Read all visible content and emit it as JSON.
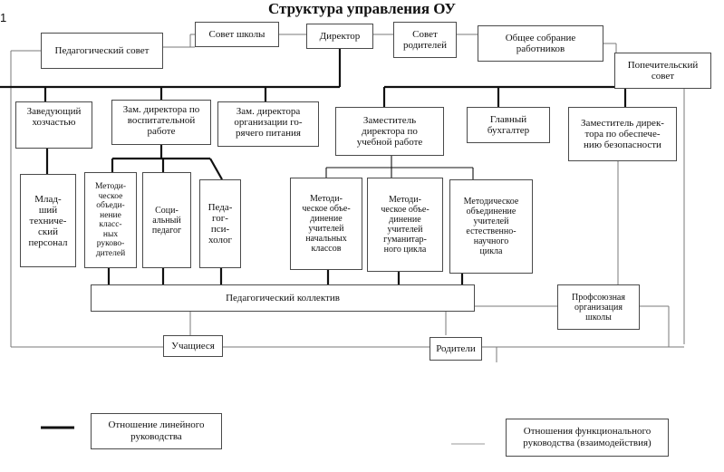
{
  "title": "Структура управления ОУ",
  "corner_mark": "1",
  "nodes": {
    "ped_council": "Педагогический совет",
    "school_council": "Совет  школы",
    "director": "Директор",
    "parents_council": "Совет\nродителей",
    "general_meeting": "Общее собрание\nработников",
    "board_trustees": "Попечительский\nсовет",
    "head_maintenance": "Заведующий\nхозчастью",
    "deputy_upbringing": "Зам. директора по\nвоспитательной\nработе",
    "deputy_catering": "Зам. директора\nорганизации го-\nрячего питания",
    "deputy_academic": "Заместитель\nдиректора по\nучебной работе",
    "chief_accountant": "Главный\nбухгалтер",
    "deputy_safety": "Заместитель дирек-\nтора по обеспече-\nнию безопасности",
    "junior_staff": "Млад-\nший\nтехниче-\nский\nперсонал",
    "mo_class_teachers": "Методи-\nческое\nобъеди-\nнение\nкласс-\nных\nруково-\nдителей",
    "social_pedagogue": "Соци-\nальный\nпедагог",
    "psychologist": "Педа-\nгог-\nпси-\nхолог",
    "mo_primary": "Методи-\nческое объе-\nдинение\nучителей\nначальных\nклассов",
    "mo_humanities": "Методи-\nческое объе-\nдинение\nучителей\nгуманитар-\nного цикла",
    "mo_science": "Методическое\nобъединение\nучителей\nестественно-\nнаучного\nцикла",
    "ped_staff": "Педагогический коллектив",
    "trade_union": "Профсоюзная\nорганизация\nшколы",
    "students": "Учащиеся",
    "parents": "Родители"
  },
  "legend": {
    "linear": "Отношение линейного\nруководства",
    "functional": "Отношения функционального\nруководства (взаимодействия)"
  },
  "colors": {
    "linear_line": "#111111",
    "functional_line": "#7a7a7a",
    "box_border": "#4a4a4a"
  }
}
